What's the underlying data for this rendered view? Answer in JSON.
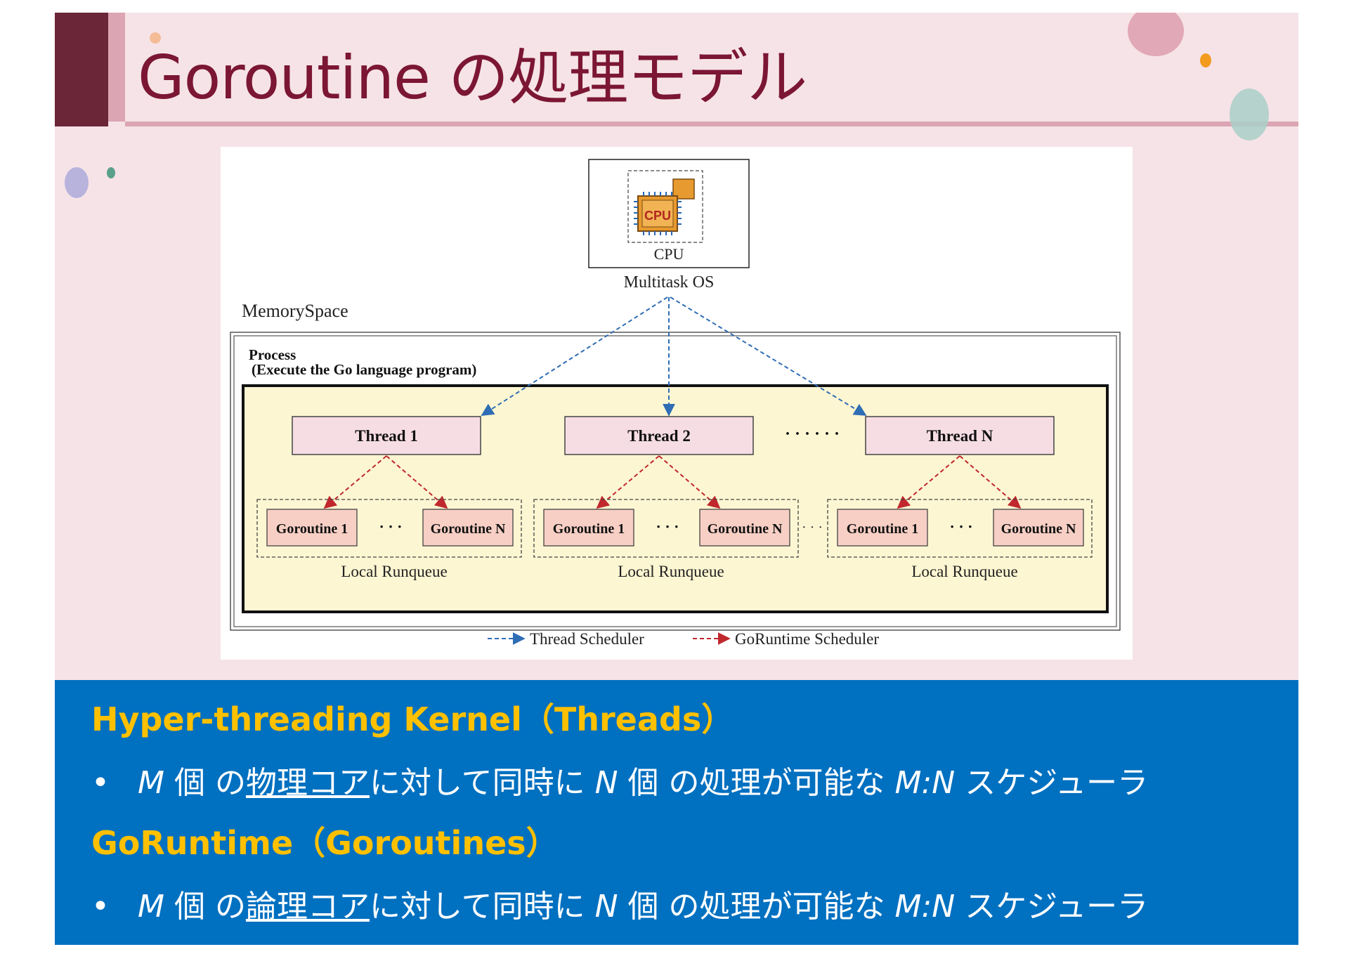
{
  "slide": {
    "title": "Goroutine の処理モデル",
    "colors": {
      "accent": "#7b1634",
      "panel": "#0070c0",
      "heading": "#ffc000",
      "thread_arrow": "#2f6db5",
      "runtime_arrow": "#c0282d"
    }
  },
  "diagram": {
    "cpu_icon_label": "CPU",
    "cpu_label": "CPU",
    "os_label": "Multitask OS",
    "memory_label": "MemorySpace",
    "process_label_1": "Process",
    "process_label_2": "(Execute the Go language program)",
    "threads": [
      {
        "label": "Thread 1",
        "goroutines": [
          "Goroutine 1",
          "Goroutine N"
        ],
        "runqueue": "Local Runqueue"
      },
      {
        "label": "Thread 2",
        "goroutines": [
          "Goroutine 1",
          "Goroutine N"
        ],
        "runqueue": "Local Runqueue"
      },
      {
        "label": "Thread N",
        "goroutines": [
          "Goroutine 1",
          "Goroutine N"
        ],
        "runqueue": "Local Runqueue"
      }
    ],
    "thread_dots": "· · · · · ·",
    "goroutine_dots": "· · ·",
    "legend": {
      "thread_scheduler": "Thread Scheduler",
      "runtime_scheduler": "GoRuntime Scheduler"
    }
  },
  "panel": {
    "heading1": "Hyper-threading Kernel（Threads）",
    "line1": {
      "bullet": "•",
      "m": "M",
      "p1": " 個 の",
      "u": "物理コア",
      "p2": "に対して同時に ",
      "n": "N",
      "p3": " 個 の処理が可能な ",
      "mn": "M:N",
      "p4": " スケジューラ"
    },
    "heading2": "GoRuntime（Goroutines）",
    "line2": {
      "bullet": "•",
      "m": "M",
      "p1": " 個 の",
      "u": "論理コア",
      "p2": "に対して同時に ",
      "n": "N",
      "p3": " 個 の処理が可能な ",
      "mn": "M:N",
      "p4": " スケジューラ"
    }
  }
}
